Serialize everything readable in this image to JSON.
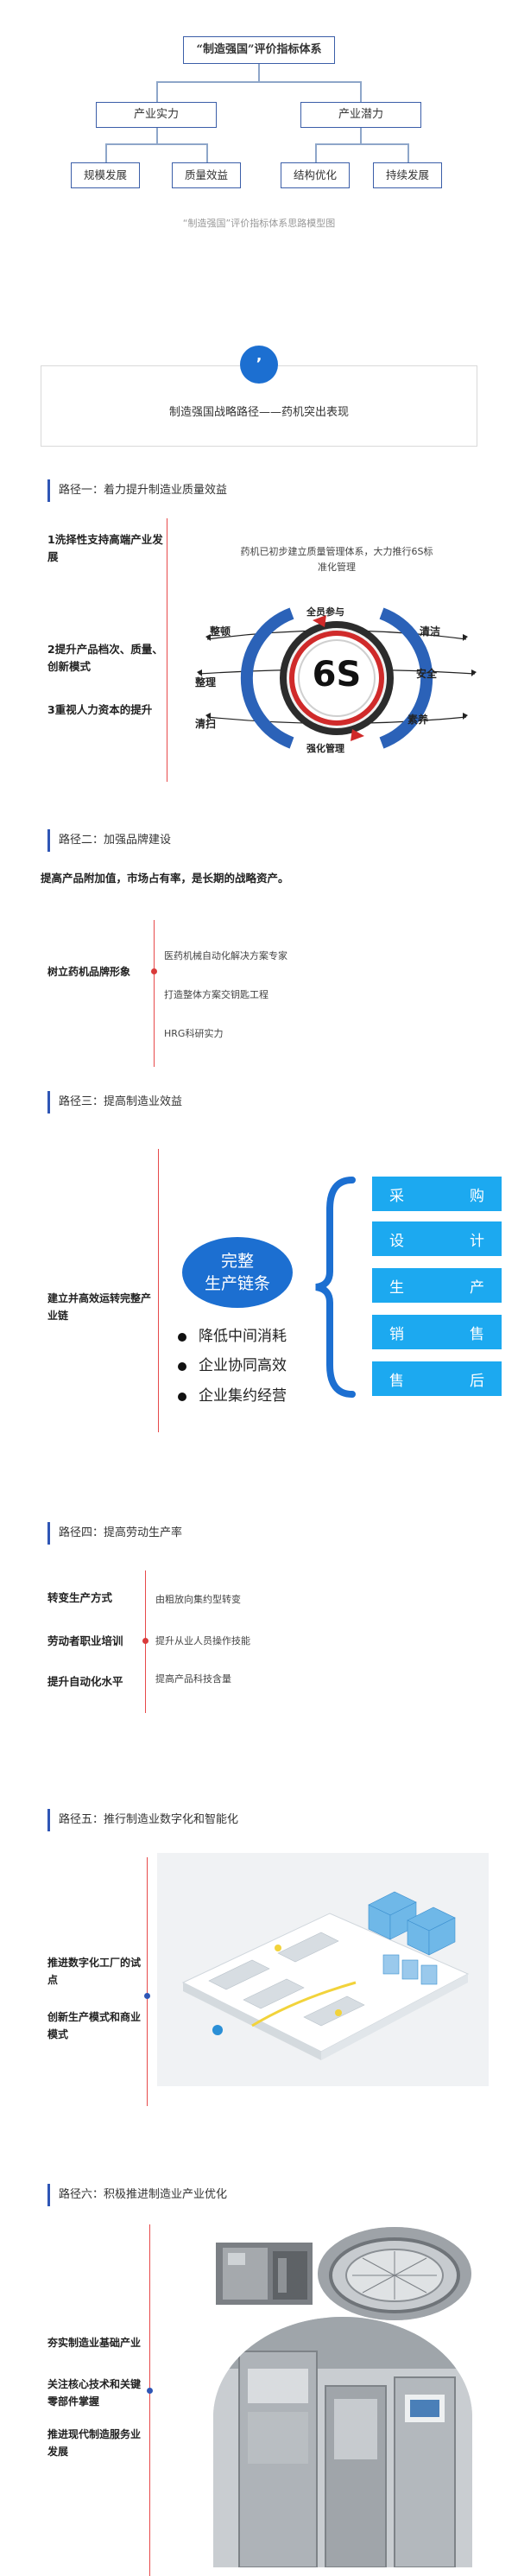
{
  "hierarchy": {
    "root": "“制造强国”评价指标体系",
    "level1": [
      "产业实力",
      "产业潜力"
    ],
    "level2": [
      "规模发展",
      "质量效益",
      "结构优化",
      "持续发展"
    ],
    "caption": "“制造强国”评价指标体系思路模型图"
  },
  "banner": {
    "badge": "’",
    "title": "制造强国战略路径——药机突出表现"
  },
  "path1": {
    "heading": "路径一：着力提升制造业质量效益",
    "items": [
      "1洗择性支持高端产业发展",
      "2提升产品档次、质量、创新模式",
      "3重视人力资本的提升"
    ],
    "desc": "药机已初步建立质量管理体系，大力推行6S标准化管理",
    "s6": {
      "center": "6S",
      "top": "全员参与",
      "bottom": "强化管理",
      "left": [
        "整顿",
        "整理",
        "清扫"
      ],
      "right": [
        "清洁",
        "安全",
        "素养"
      ]
    }
  },
  "path2": {
    "heading": "路径二：加强品牌建设",
    "intro": "提高产品附加值，市场占有率，是长期的战略资产。",
    "label": "树立药机品牌形象",
    "items": [
      "医药机械自动化解决方案专家",
      "打造整体方案交钥匙工程",
      "HRG科研实力"
    ]
  },
  "path3": {
    "heading": "路径三：提高制造业效益",
    "label": "建立并高效运转完整产业链",
    "core": [
      "完整",
      "生产链条"
    ],
    "bullets": [
      "降低中间消耗",
      "企业协同高效",
      "企业集约经营"
    ],
    "chain": [
      [
        "采",
        "购"
      ],
      [
        "设",
        "计"
      ],
      [
        "生",
        "产"
      ],
      [
        "销",
        "售"
      ],
      [
        "售",
        "后"
      ]
    ]
  },
  "path4": {
    "heading": "路径四：提高劳动生产率",
    "items": [
      {
        "label": "转变生产方式",
        "desc": "由粗放向集约型转变"
      },
      {
        "label": "劳动者职业培训",
        "desc": "提升从业人员操作技能"
      },
      {
        "label": "提升自动化水平",
        "desc": "提高产品科技含量"
      }
    ]
  },
  "path5": {
    "heading": "路径五：推行制造业数字化和智能化",
    "items": [
      "推进数字化工厂的试点",
      "创新生产模式和商业模式"
    ]
  },
  "path6": {
    "heading": "路径六：积极推进制造业产业优化",
    "items": [
      "夯实制造业基础产业",
      "关注核心技术和关键零部件掌握",
      "推进现代制造服务业发展"
    ]
  },
  "colors": {
    "accent_blue": "#2f56b5",
    "chain_cyan": "#1ca9f0",
    "red_line": "#e7494a"
  }
}
